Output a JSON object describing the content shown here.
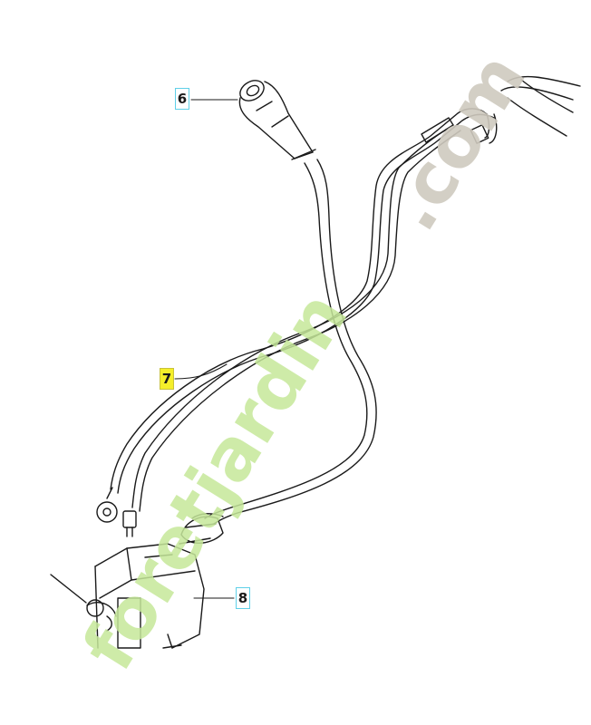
{
  "callouts": [
    {
      "number": "6",
      "highlighted": false
    },
    {
      "number": "7",
      "highlighted": true
    },
    {
      "number": "8",
      "highlighted": false
    }
  ],
  "watermark": {
    "text_green": "foretjardin",
    "text_grey": ".com",
    "color_green": "#c6e89a",
    "color_orange": "#f2b27a",
    "color_grey": "#cfcabf"
  },
  "colors": {
    "callout_border": "#5fd0e8",
    "highlight": "#f5ef2a",
    "line": "#1a1a1a"
  }
}
